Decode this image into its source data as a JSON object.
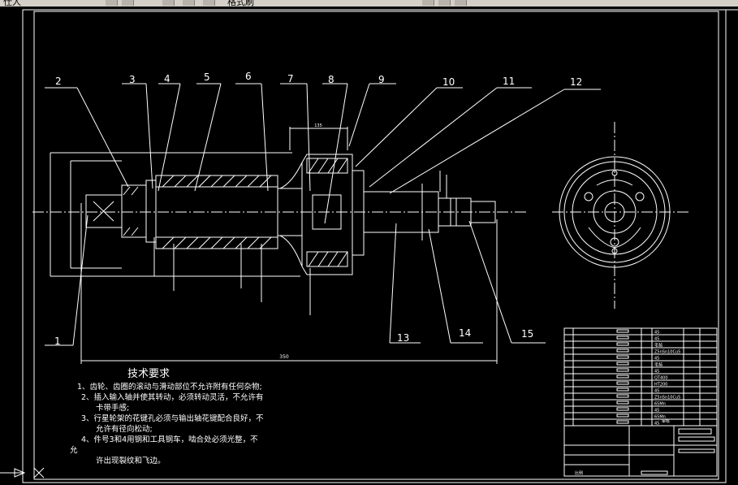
{
  "toolbar": {
    "left_text": "仕人",
    "right_text": "格式刷"
  },
  "balloons": [
    "1",
    "2",
    "3",
    "4",
    "5",
    "6",
    "7",
    "8",
    "9",
    "10",
    "11",
    "12",
    "13",
    "14",
    "15"
  ],
  "tech_title": "技术要求",
  "tech_lines": [
    "1、齿轮、齿圈的滚动与滑动部位不允许附有任何杂物;",
    "2、插入输入轴并使其转动，必须转动灵活，不允许有",
    "卡带手感;",
    "3、行星轮架的花键孔必须与输出轴花键配合良好，不",
    "允许有径向松动;",
    "4、件号3和4用钢和工具钢车，啮合处必须光整，不",
    "允",
    "许出现裂纹和飞边。"
  ],
  "dims": {
    "overall_length": "350",
    "top_dim": "135"
  },
  "bom_materials": [
    "45",
    "45",
    "毛毡",
    "Z5nSn10Cu5",
    "45",
    "毛毡",
    "45",
    "QT400",
    "HT200",
    "45",
    "Z5nSn10Cu5",
    "65Mn",
    "45",
    "65Mn",
    "45"
  ],
  "title_block": {
    "ratio_label": "比例",
    "label_small": "审核"
  },
  "ucs_label": "X"
}
